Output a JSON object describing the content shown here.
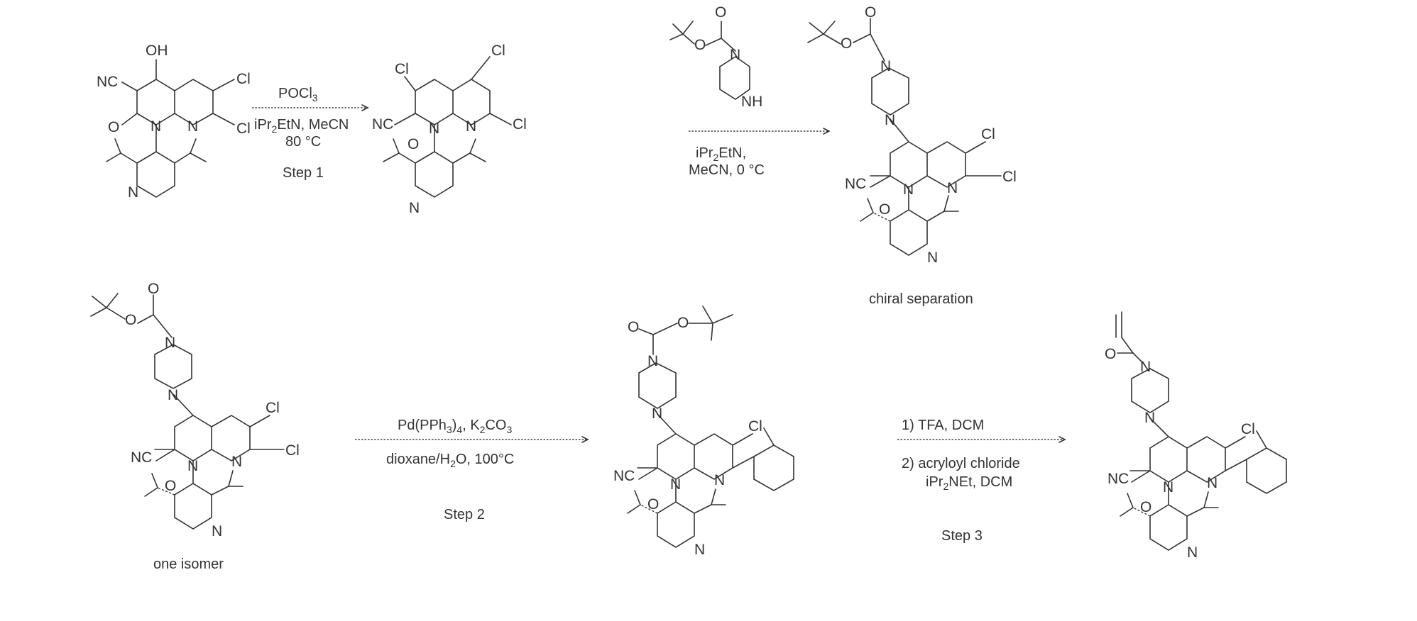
{
  "atoms": {
    "oh": "OH",
    "nc": "NC",
    "cl": "Cl",
    "n": "N",
    "o": "O",
    "nh": "NH"
  },
  "step1": {
    "reagent": "POCl",
    "reagent_sub": "3",
    "conditions_pre": "iPr",
    "conditions_sub": "2",
    "conditions_post": "EtN, MeCN",
    "temperature": "80 °C",
    "label": "Step 1"
  },
  "step_boc": {
    "cond1_pre": "iPr",
    "cond1_sub": "2",
    "cond1_post": "EtN,",
    "cond2": "MeCN, 0 °C"
  },
  "chiral": "chiral separation",
  "isomer": "one isomer",
  "step2": {
    "cond1_a": "Pd(PPh",
    "cond1_a_sub": "3",
    "cond1_b": ")",
    "cond1_b_sub": "4",
    "cond1_c": ", K",
    "cond1_c_sub": "2",
    "cond1_d": "CO",
    "cond1_d_sub": "3",
    "cond2_a": "dioxane/H",
    "cond2_a_sub": "2",
    "cond2_b": "O, 100°C",
    "label": "Step 2"
  },
  "step3": {
    "cond1": "1) TFA, DCM",
    "cond2": "2) acryloyl chloride",
    "cond3_pre": "iPr",
    "cond3_sub": "2",
    "cond3_post": "NEt, DCM",
    "label": "Step 3"
  }
}
